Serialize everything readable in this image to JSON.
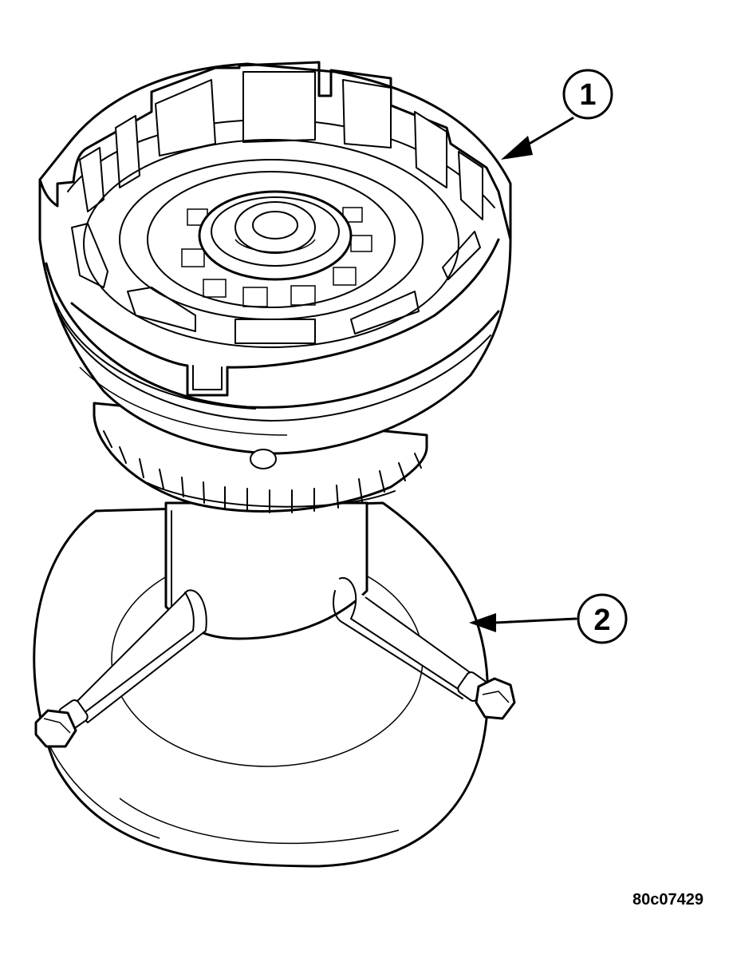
{
  "callouts": [
    {
      "number": "1"
    },
    {
      "number": "2"
    }
  ],
  "figure_id": "80c07429"
}
